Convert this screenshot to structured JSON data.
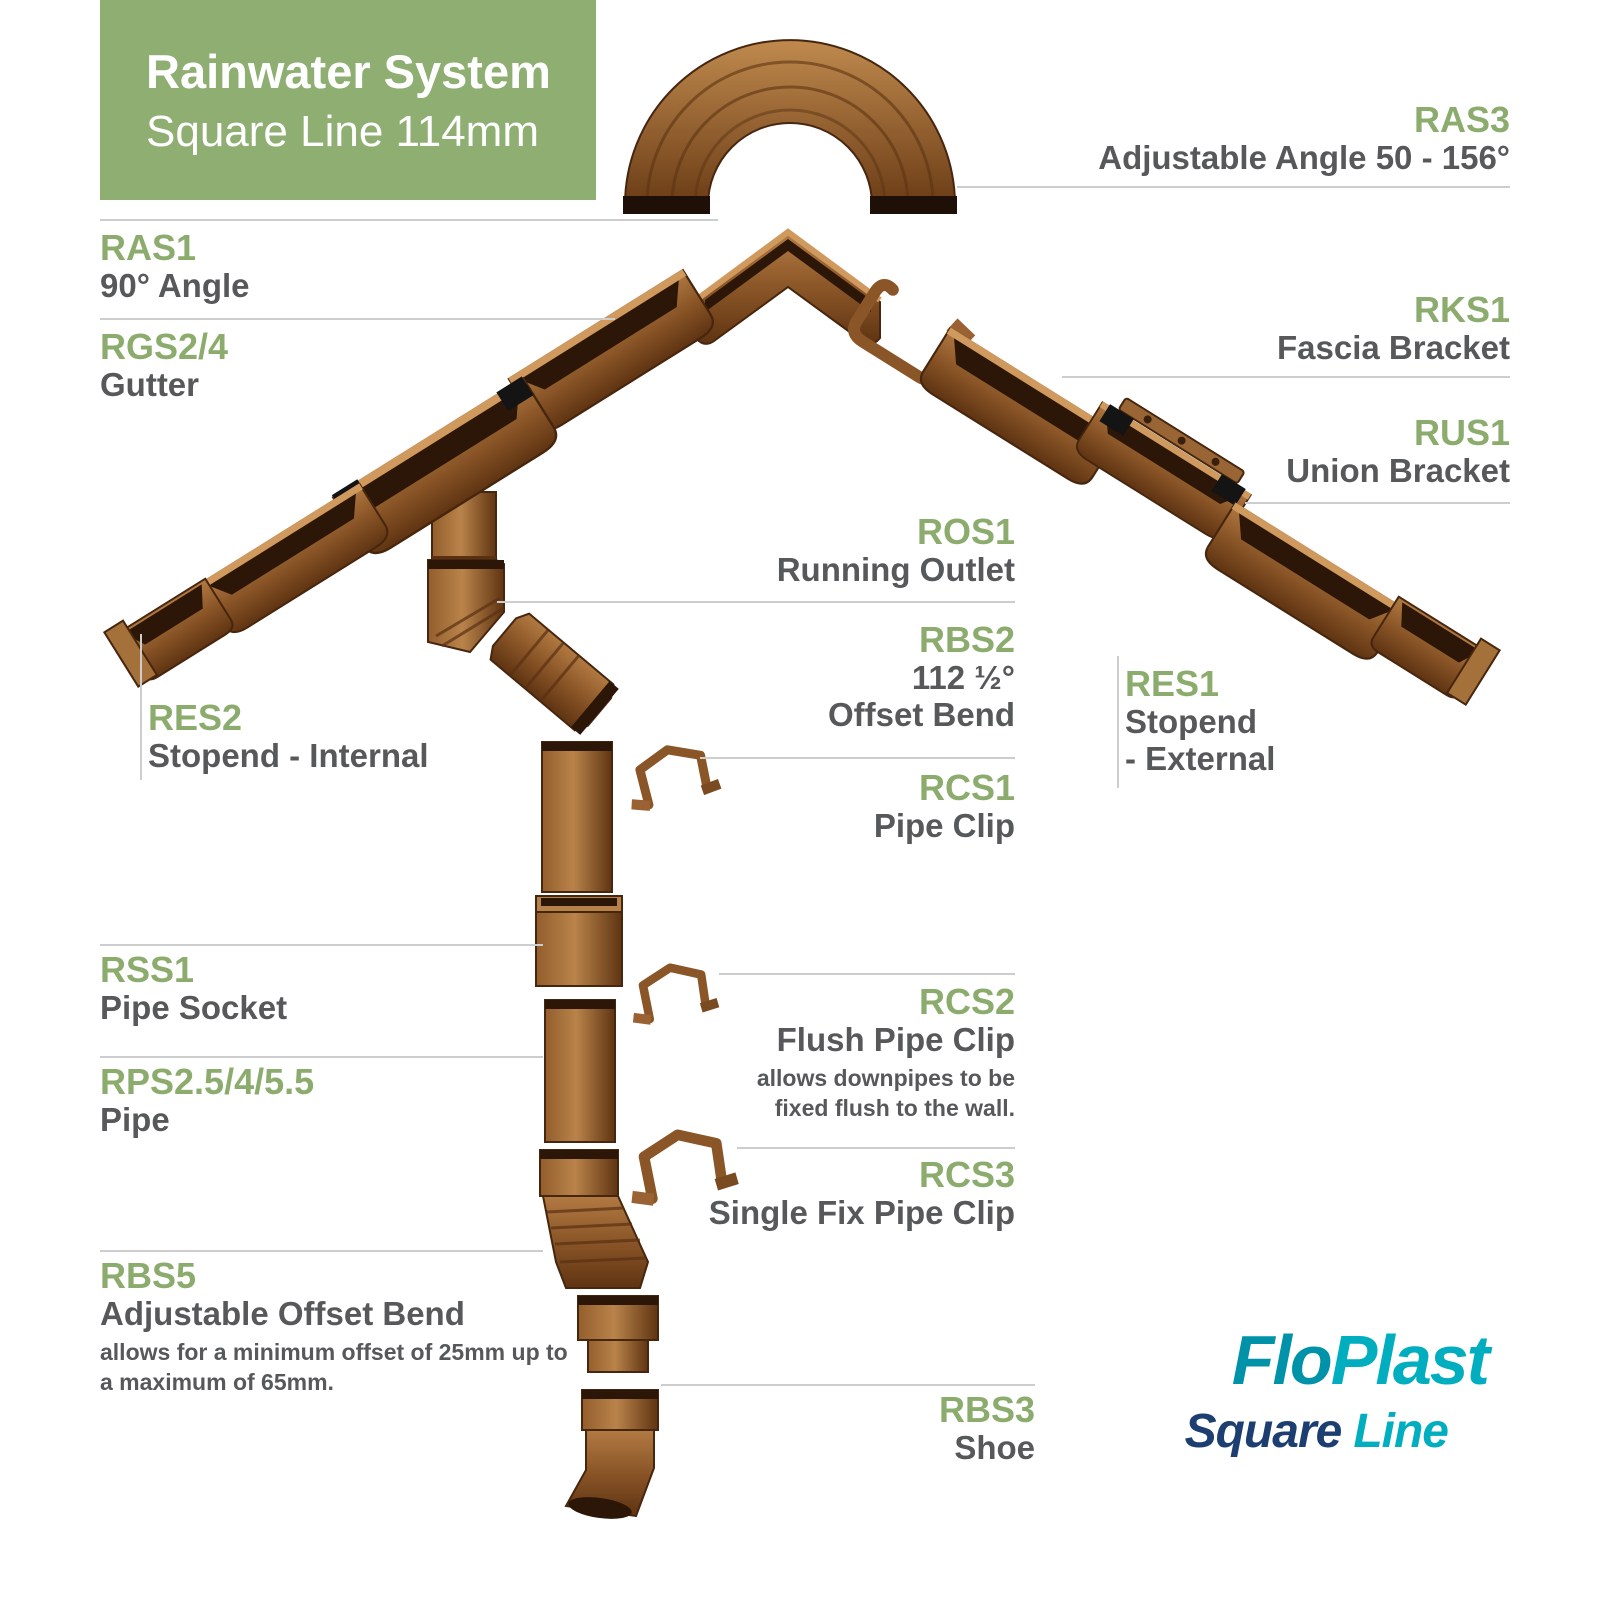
{
  "header": {
    "title": "Rainwater System",
    "subtitle": "Square Line 114mm"
  },
  "labels": {
    "ras3": {
      "code": "RAS3",
      "name": "Adjustable Angle 50 - 156°"
    },
    "ras1": {
      "code": "RAS1",
      "name": "90° Angle"
    },
    "rgs24": {
      "code": "RGS2/4",
      "name": "Gutter"
    },
    "rks1": {
      "code": "RKS1",
      "name": "Fascia Bracket"
    },
    "rus1": {
      "code": "RUS1",
      "name": "Union Bracket"
    },
    "ros1": {
      "code": "ROS1",
      "name": "Running Outlet"
    },
    "rbs2": {
      "code": "RBS2",
      "name_line1": "112 ½°",
      "name_line2": "Offset Bend"
    },
    "rcs1": {
      "code": "RCS1",
      "name": "Pipe Clip"
    },
    "res2": {
      "code": "RES2",
      "name": "Stopend - Internal"
    },
    "res1": {
      "code": "RES1",
      "name_line1": "Stopend",
      "name_line2": "- External"
    },
    "rss1": {
      "code": "RSS1",
      "name": "Pipe Socket"
    },
    "rcs2": {
      "code": "RCS2",
      "name": "Flush Pipe Clip",
      "note": "allows downpipes to be fixed flush to the wall."
    },
    "rps": {
      "code": "RPS2.5/4/5.5",
      "name": "Pipe"
    },
    "rcs3": {
      "code": "RCS3",
      "name": "Single Fix Pipe Clip"
    },
    "rbs5": {
      "code": "RBS5",
      "name": "Adjustable Offset Bend",
      "note": "allows for a minimum offset of 25mm up to a maximum of 65mm."
    },
    "rbs3": {
      "code": "RBS3",
      "name": "Shoe"
    }
  },
  "logo": {
    "brand_part1": "Flo",
    "brand_part2": "Plast",
    "product_part1": "Square",
    "product_part2": "Line"
  },
  "colors": {
    "header_bg": "#8FAE72",
    "code_green": "#8CAC6E",
    "text_gray": "#57585A",
    "brand_teal": "#00AEC0",
    "brand_navy": "#1D3E70",
    "part_brown": "#8A5527"
  }
}
